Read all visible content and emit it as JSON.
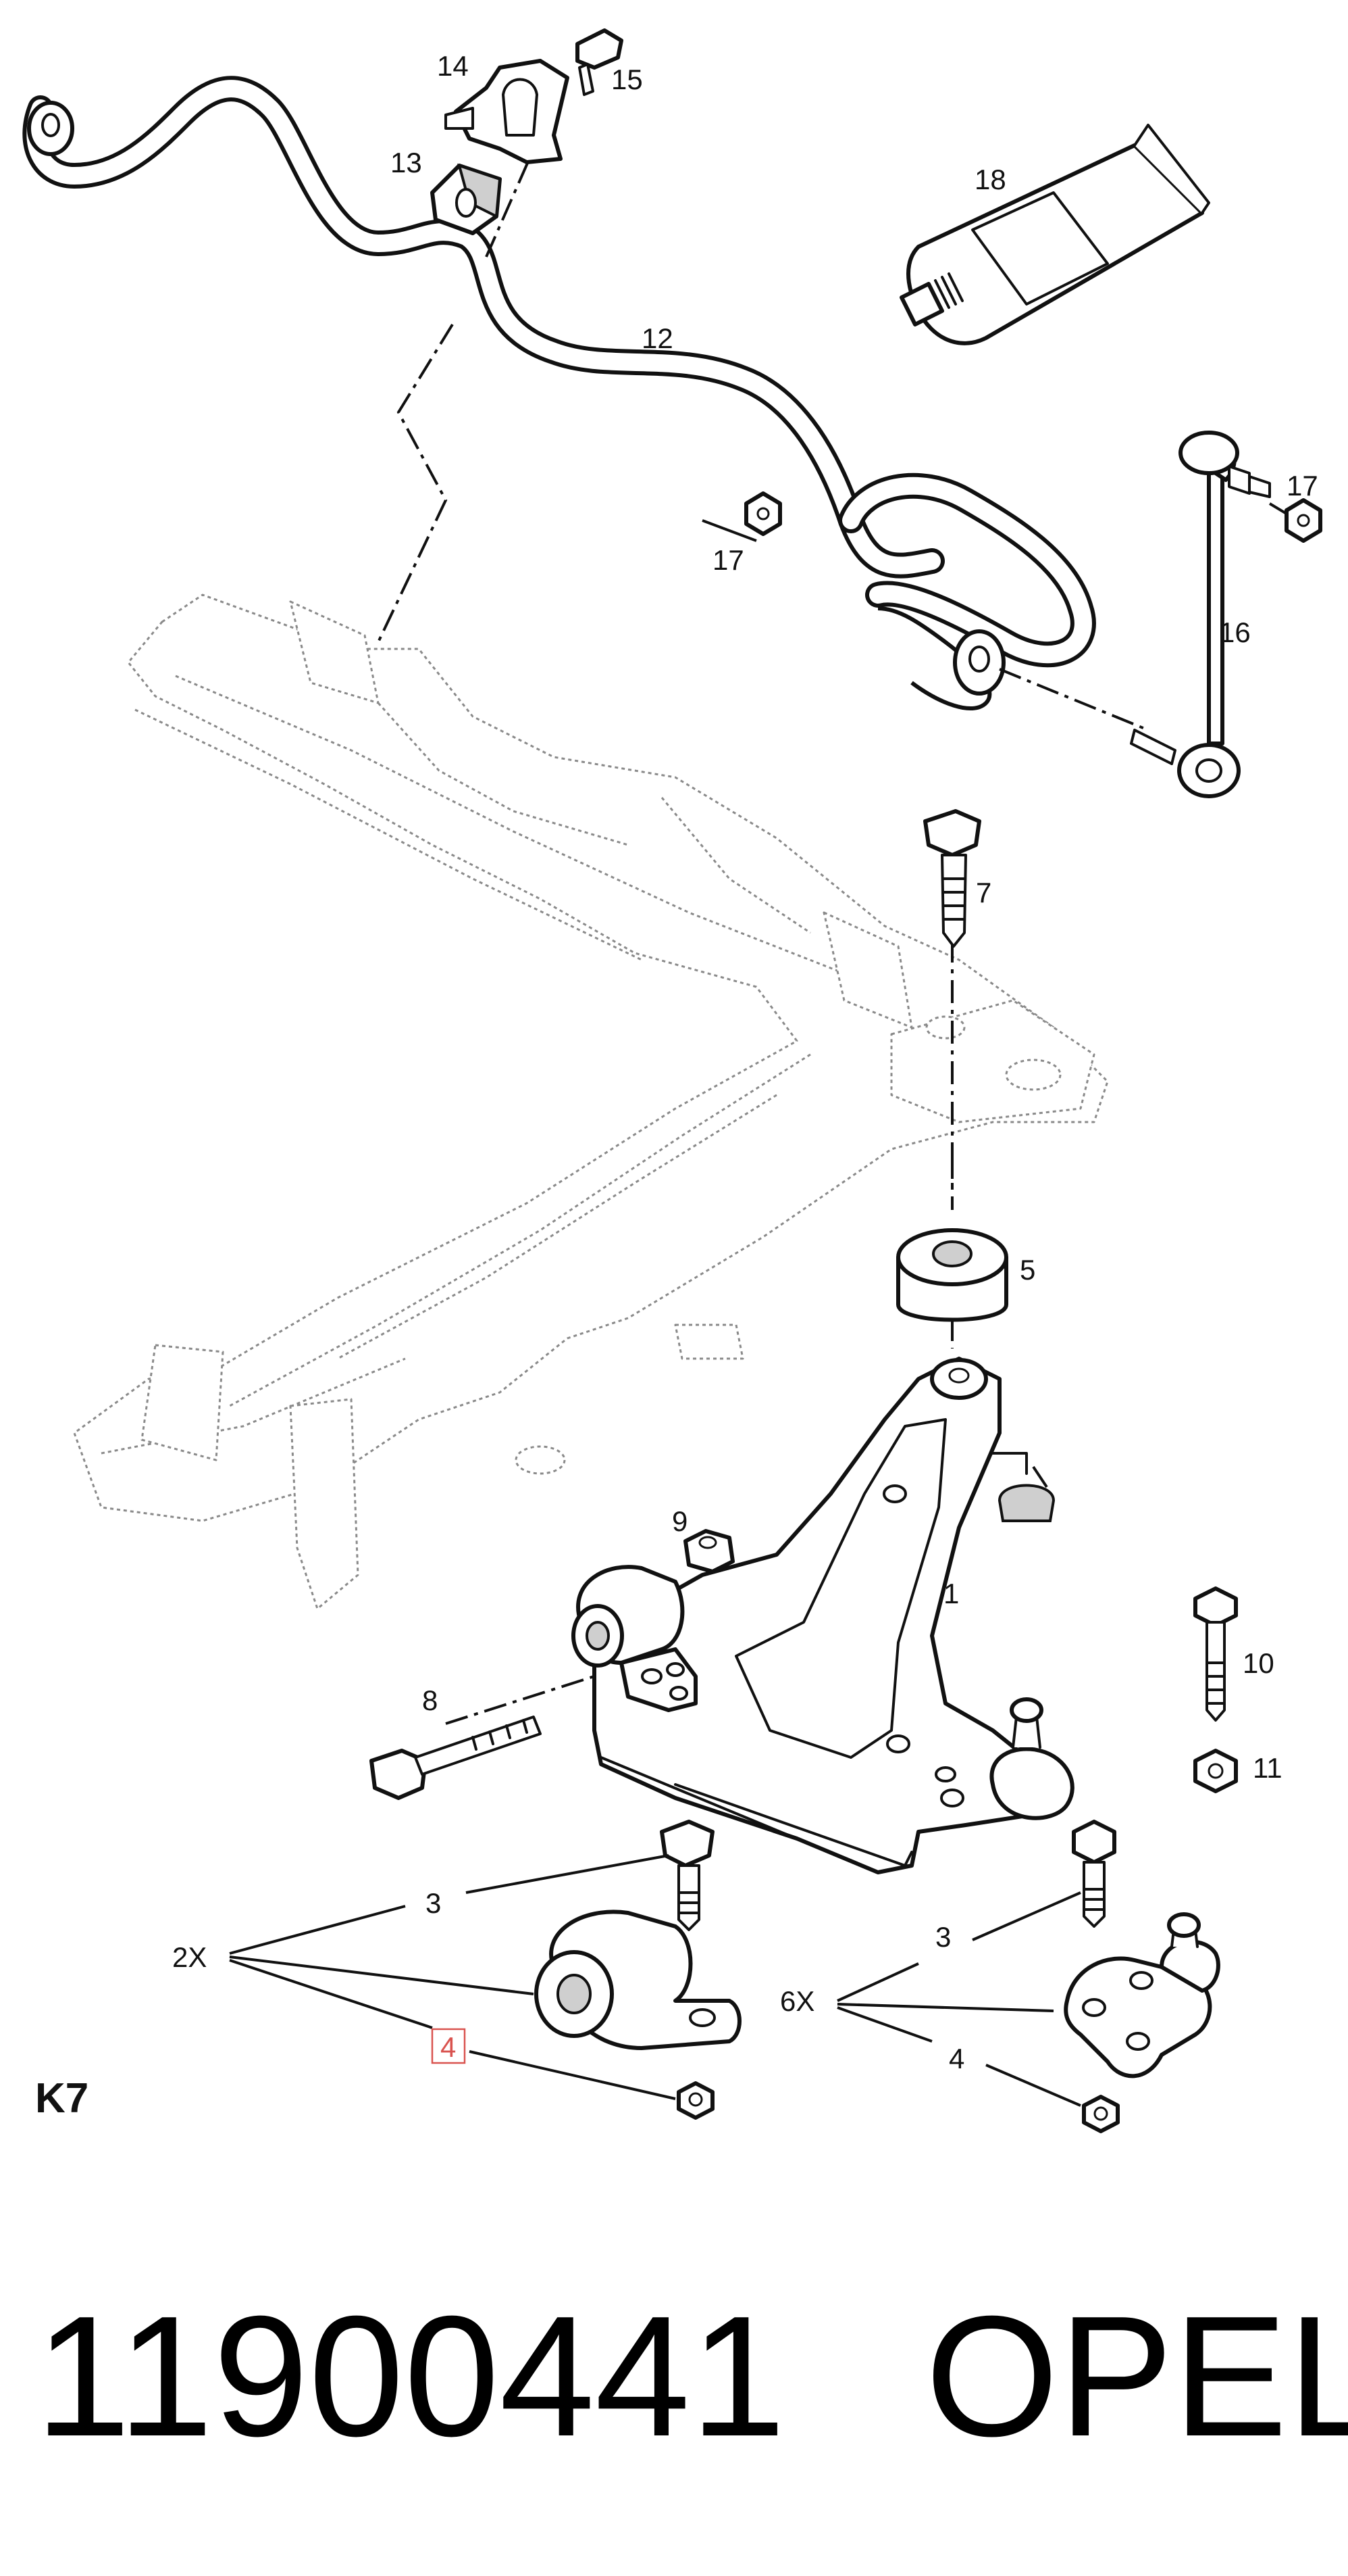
{
  "diagram": {
    "section_code": "K7",
    "callouts": {
      "c1": "1",
      "c3a": "3",
      "c3b": "3",
      "c4a": "4",
      "c4b": "4",
      "c5": "5",
      "c7": "7",
      "c8": "8",
      "c9": "9",
      "c10": "10",
      "c11": "11",
      "c12": "12",
      "c13": "13",
      "c14": "14",
      "c15": "15",
      "c16": "16",
      "c17a": "17",
      "c17b": "17",
      "c18": "18",
      "m2x": "2X",
      "m6x": "6X"
    },
    "highlighted_callout": "4",
    "colors": {
      "highlight": "#d9534f",
      "ink": "#111111",
      "ghost": "#8a8a8a"
    }
  },
  "footer": {
    "part_number": "11900441",
    "brand": "OPEL"
  }
}
